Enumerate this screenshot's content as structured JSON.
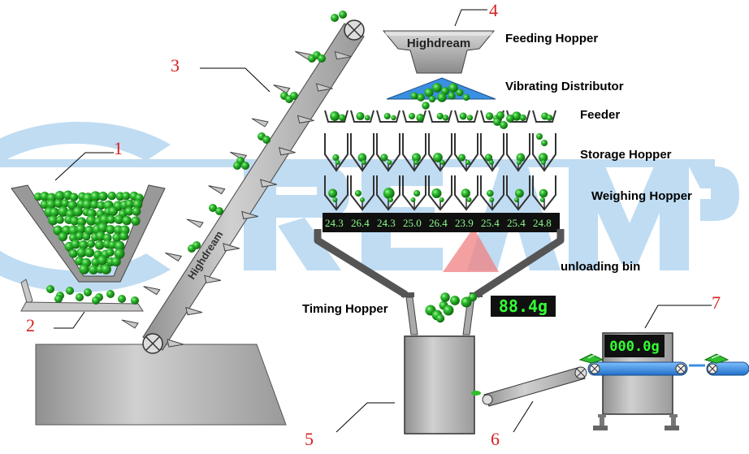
{
  "labels": {
    "feeding_hopper": "Feeding Hopper",
    "vibrating_distributor": "Vibrating Distributor",
    "feeder": "Feeder",
    "storage_hopper": "Storage Hopper",
    "weighing_hopper": "Weighing Hopper",
    "unloading_bin": "unloading bin",
    "timing_hopper": "Timing Hopper"
  },
  "numbers": [
    "1",
    "2",
    "3",
    "4",
    "5",
    "6",
    "7"
  ],
  "brand": {
    "hopper_text": "Highdream",
    "conveyor_text": "Highdream",
    "watermark": "COREAMP"
  },
  "displays": {
    "combined_weight": "88.4g",
    "checkweigher": "000.0g"
  },
  "weighing_readouts": [
    "24.3",
    "26.4",
    "24.3",
    "25.0",
    "26.4",
    "23.9",
    "25.4",
    "25.4",
    "24.8"
  ],
  "colors": {
    "product_green": "#22a822",
    "machine_gray": "#a8a8a8",
    "belt_blue": "#3a8fe0",
    "watermark_blue": "#8cc0e8",
    "label_red": "#d82020",
    "display_green": "#33ff33"
  }
}
